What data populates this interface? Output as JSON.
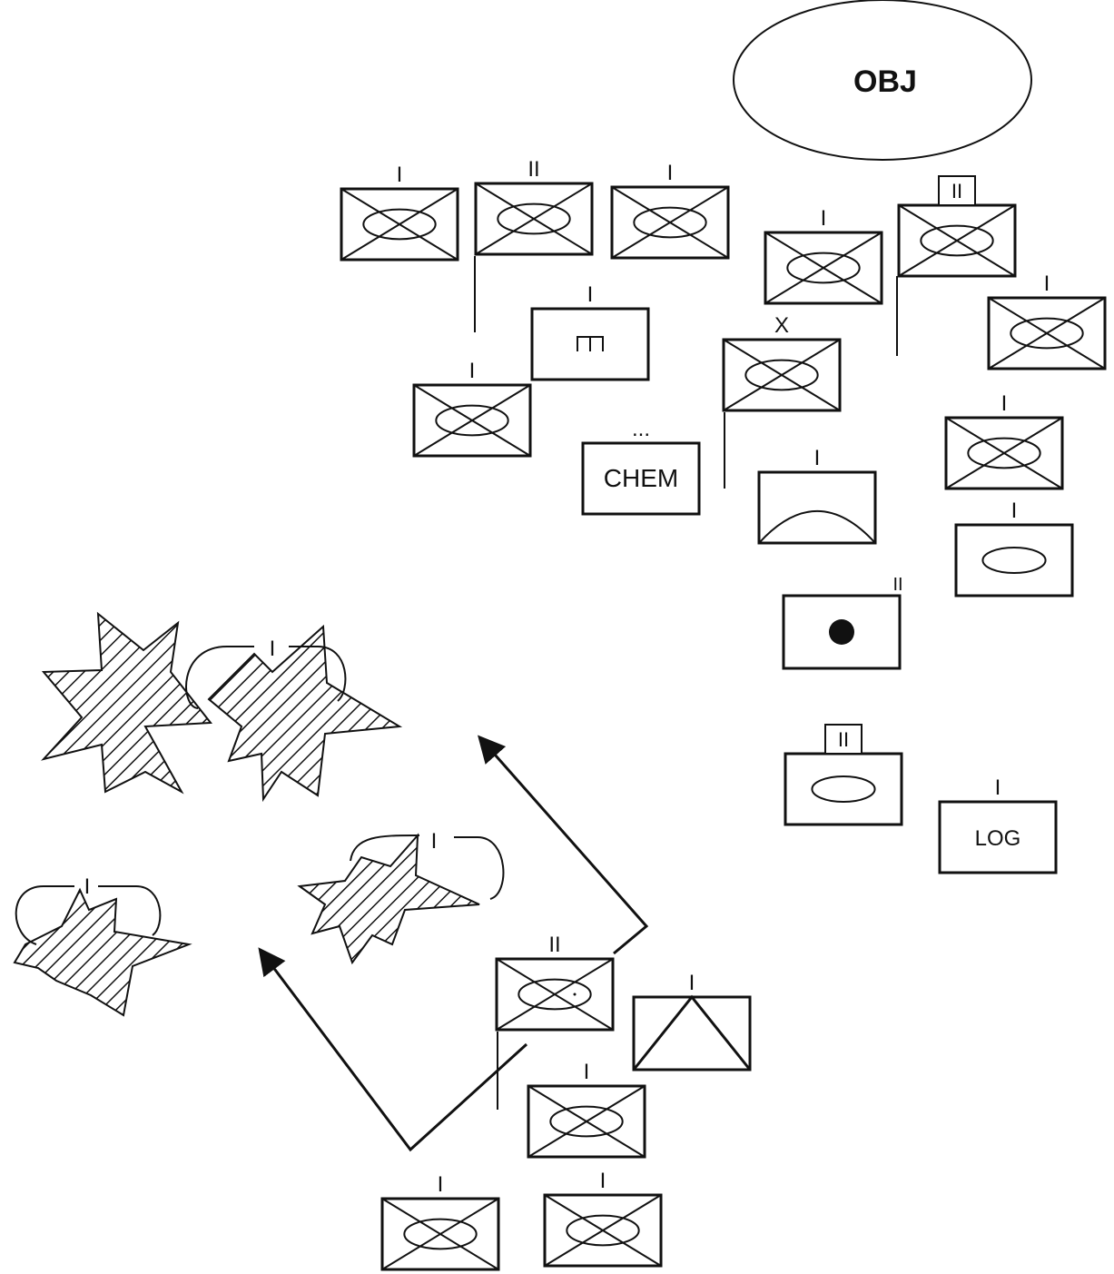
{
  "objective": {
    "label": "OBJ"
  },
  "unit_texts": {
    "chem": "CHEM",
    "log": "LOG"
  },
  "echelons": {
    "u1": "I",
    "u2": "II",
    "u3": "I",
    "u4": "I",
    "u5": "II",
    "u6": "I",
    "u7": "I",
    "u8": "I",
    "u9": "X",
    "u10": "I",
    "u11": "...",
    "u12": "I",
    "u13": "I",
    "u14": "II",
    "u15": "II",
    "u16": "I",
    "u17": "II",
    "u18": "I",
    "u19": "I",
    "u20": "I",
    "u21": "I",
    "e1": "I",
    "e2": "I",
    "e3": "I"
  }
}
